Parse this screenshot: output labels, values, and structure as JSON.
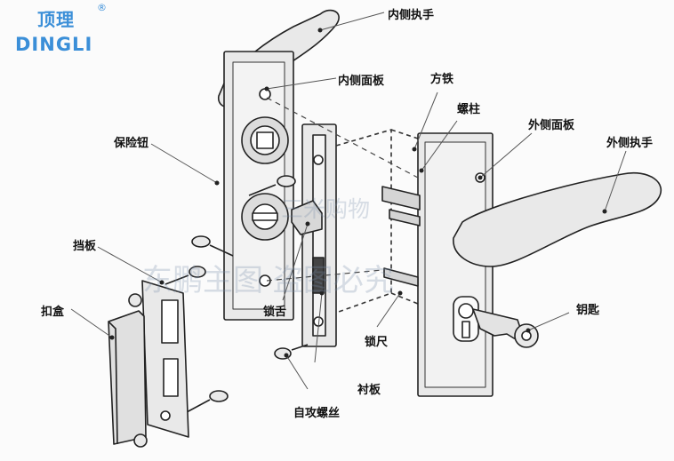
{
  "logo": {
    "cn": "顶理",
    "en": "DINGLI",
    "reg": "®"
  },
  "watermarks": {
    "top": "三米购物",
    "bottom": "东鹏主图 盗图必究"
  },
  "labels": {
    "inner_handle": "内侧执手",
    "inner_panel": "内侧面板",
    "square_iron": "方铁",
    "screw_post": "螺柱",
    "outer_panel": "外侧面板",
    "outer_handle": "外侧执手",
    "safety_button": "保险钮",
    "baffle": "挡板",
    "strike_box": "扣盒",
    "lock_tongue": "锁舌",
    "lock_body": "锁尺",
    "backing_plate": "衬板",
    "tapping_screw": "自攻螺丝",
    "key": "钥匙"
  }
}
